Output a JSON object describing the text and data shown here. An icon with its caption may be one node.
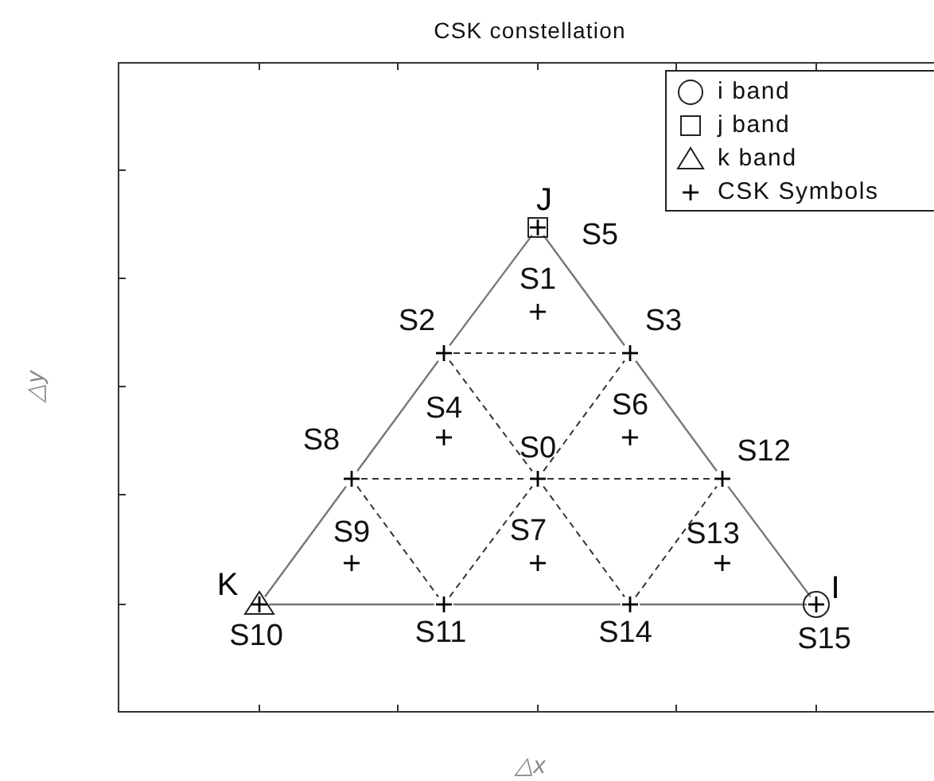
{
  "diagram": {
    "title": "CSK constellation",
    "nodes": [
      {
        "text": [
          "S5"
        ],
        "beside": [
          "J"
        ]
      },
      {
        "text": [
          "S1"
        ]
      },
      {
        "text": [
          "S2"
        ]
      },
      {
        "text": [
          "S3"
        ]
      },
      {
        "text": [
          "S4"
        ]
      },
      {
        "text": [
          "S0"
        ]
      },
      {
        "text": [
          "S6"
        ]
      },
      {
        "text": [
          "S8"
        ]
      },
      {
        "text": [
          "S12"
        ]
      },
      {
        "text": [
          "S9"
        ]
      },
      {
        "text": [
          "S7"
        ]
      },
      {
        "text": [
          "S13"
        ]
      },
      {
        "text": [
          "S10"
        ],
        "beside": [
          "K"
        ]
      },
      {
        "text": [
          "S11"
        ]
      },
      {
        "text": [
          "S14"
        ]
      },
      {
        "text": [
          "S15"
        ],
        "beside": [
          "I"
        ]
      }
    ],
    "edges": [
      {
        "from": 12,
        "to": 7,
        "arrow": "none"
      },
      {
        "from": 7,
        "to": 2,
        "arrow": "none"
      },
      {
        "from": 2,
        "to": 0,
        "arrow": "none"
      },
      {
        "from": 0,
        "to": 3,
        "arrow": "none"
      },
      {
        "from": 3,
        "to": 8,
        "arrow": "none"
      },
      {
        "from": 8,
        "to": 15,
        "arrow": "none"
      },
      {
        "from": 12,
        "to": 13,
        "arrow": "none"
      },
      {
        "from": 13,
        "to": 14,
        "arrow": "none"
      },
      {
        "from": 14,
        "to": 15,
        "arrow": "none"
      },
      {
        "from": 2,
        "to": 3,
        "arrow": "none",
        "style": "dashed"
      },
      {
        "from": 7,
        "to": 5,
        "arrow": "none",
        "style": "dashed"
      },
      {
        "from": 5,
        "to": 8,
        "arrow": "none",
        "style": "dashed"
      },
      {
        "from": 2,
        "to": 5,
        "arrow": "none",
        "style": "dashed"
      },
      {
        "from": 5,
        "to": 3,
        "arrow": "none",
        "style": "dashed"
      },
      {
        "from": 7,
        "to": 13,
        "arrow": "none",
        "style": "dashed"
      },
      {
        "from": 13,
        "to": 5,
        "arrow": "none",
        "style": "dashed"
      },
      {
        "from": 5,
        "to": 14,
        "arrow": "none",
        "style": "dashed"
      },
      {
        "from": 14,
        "to": 8,
        "arrow": "none",
        "style": "dashed"
      }
    ],
    "labels": [
      "△y",
      "△x"
    ],
    "legend": [
      {
        "text": "i band"
      },
      {
        "text": "j band"
      },
      {
        "text": "k band"
      },
      {
        "text": "CSK Symbols"
      }
    ]
  }
}
